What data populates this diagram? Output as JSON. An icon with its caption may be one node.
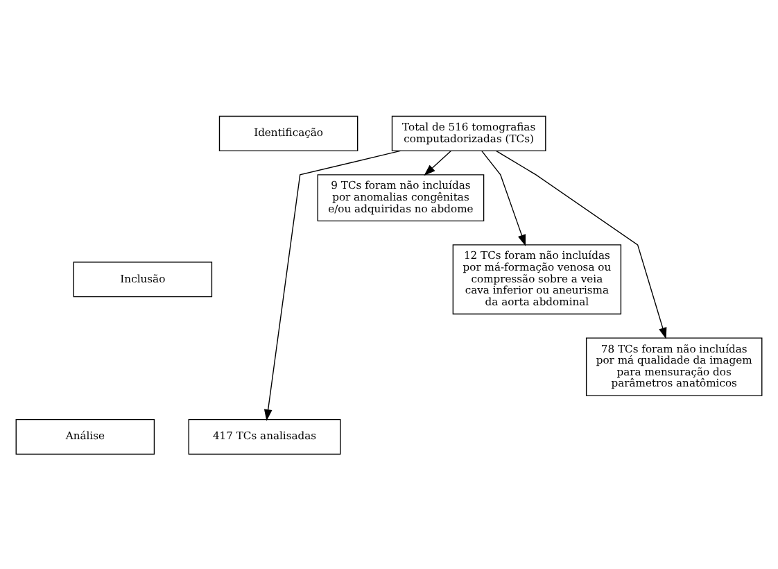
{
  "diagram": {
    "nodes": [
      {
        "text": [
          "Identificação"
        ]
      },
      {
        "text": [
          "Total de 516 tomografias computadorizadas (TCs)"
        ]
      },
      {
        "text": [
          "Inclusão"
        ]
      },
      {
        "text": [
          "9 TCs foram não incluídas por anomalias congênitas e/ou adquiridas no abdome"
        ]
      },
      {
        "text": [
          "12 TCs foram não incluídas por má-formação venosa ou compressão sobre a veia cava inferior ou aneurisma da aorta abdominal"
        ]
      },
      {
        "text": [
          "78 TCs foram não incluídas por má qualidade da imagem para mensuração dos parâmetros anatômicos"
        ]
      },
      {
        "text": [
          "Análise"
        ]
      },
      {
        "text": [
          "417 TCs analisadas"
        ]
      }
    ],
    "edges": [
      {
        "from": 1,
        "to": 3,
        "arrow": "to"
      },
      {
        "from": 1,
        "to": 4,
        "arrow": "to"
      },
      {
        "from": 1,
        "to": 5,
        "arrow": "to"
      },
      {
        "from": 1,
        "to": 7,
        "arrow": "to"
      }
    ]
  }
}
